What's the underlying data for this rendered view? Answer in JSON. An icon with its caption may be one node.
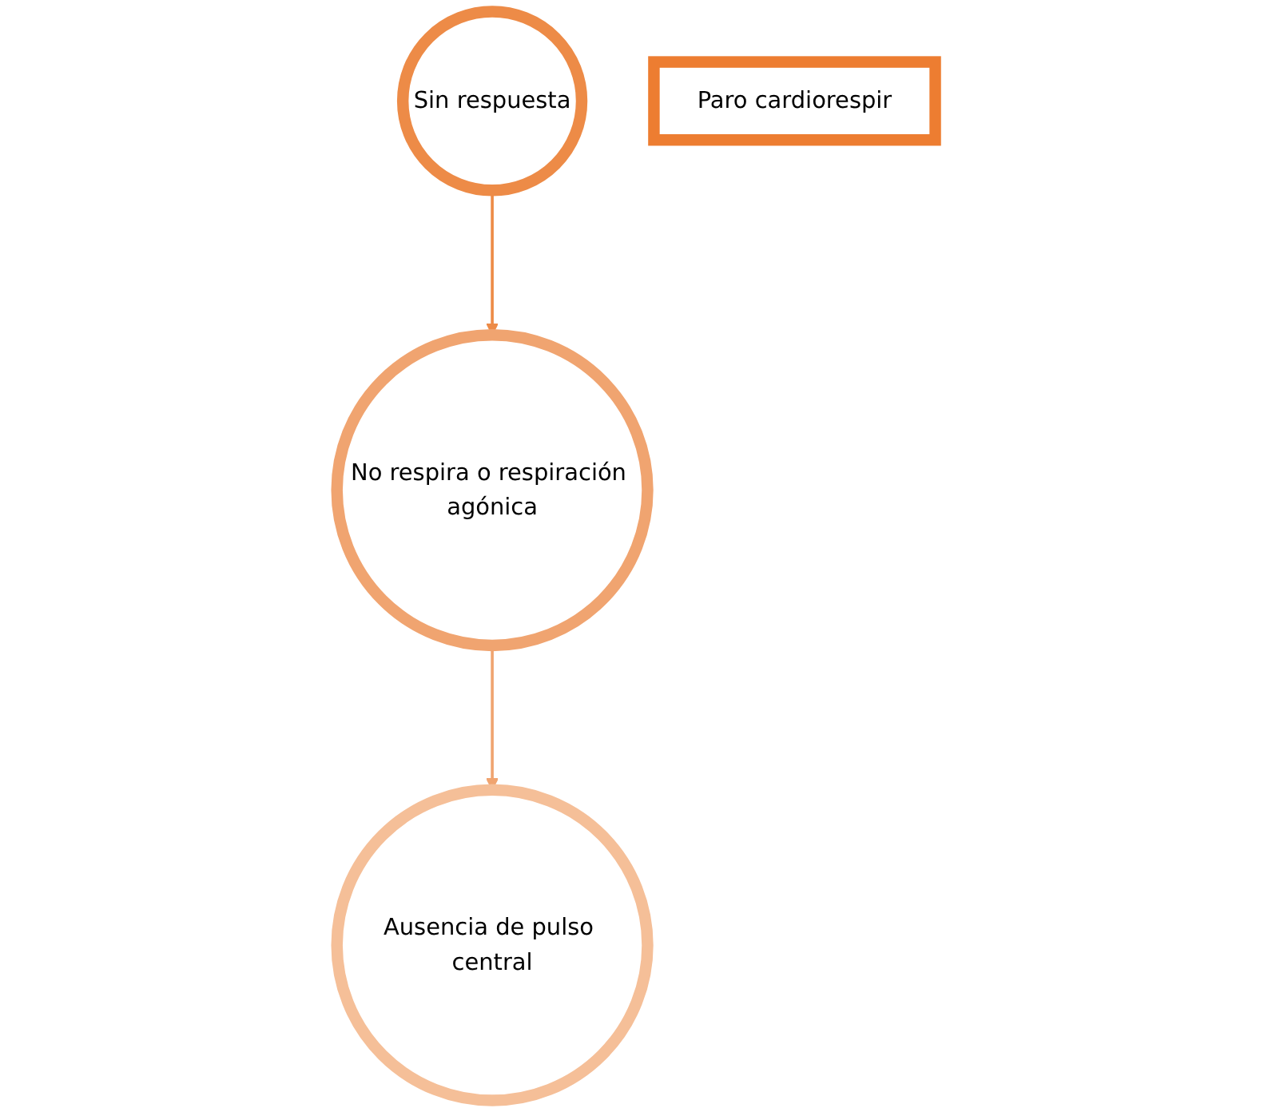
{
  "diagram": {
    "nodes": [
      {
        "text": [
          "Sin respuesta"
        ]
      },
      {
        "text": [
          "No respira o respiración agónica"
        ]
      },
      {
        "text": [
          "Ausencia de pulso central"
        ]
      },
      {
        "text": [
          "Paro cardiorespir"
        ]
      }
    ],
    "edges": [
      {
        "from": 0,
        "to": 1,
        "arrow": "to",
        "color": "#ed8b47"
      },
      {
        "from": 1,
        "to": 2,
        "arrow": "to",
        "color": "#f0a470"
      }
    ]
  }
}
